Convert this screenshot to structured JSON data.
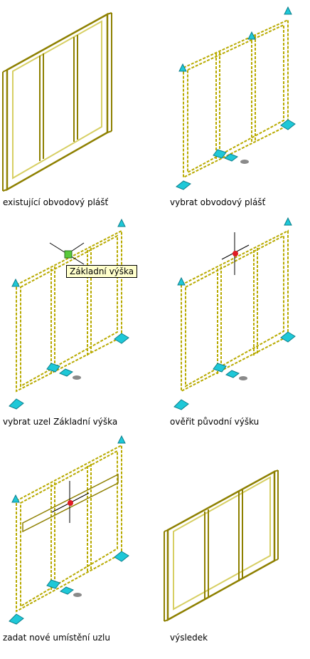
{
  "captions": {
    "step1": "existující obvodový plášť",
    "step2": "vybrat obvodový plášť",
    "step3": "vybrat uzel Základní výška",
    "step4": "ověřit původní výšku",
    "step5": "zadat nové umístění uzlu",
    "step6": "výsledek"
  },
  "tooltip": "Základní výška",
  "colors": {
    "frame": "#8e8000",
    "frame_light": "#d7cf63",
    "dashed": "#b8aa00",
    "grip": "#1ec8d8",
    "grip_dark": "#0d7f8b",
    "node": "#e01b24",
    "base_grip": "#58c93a"
  }
}
